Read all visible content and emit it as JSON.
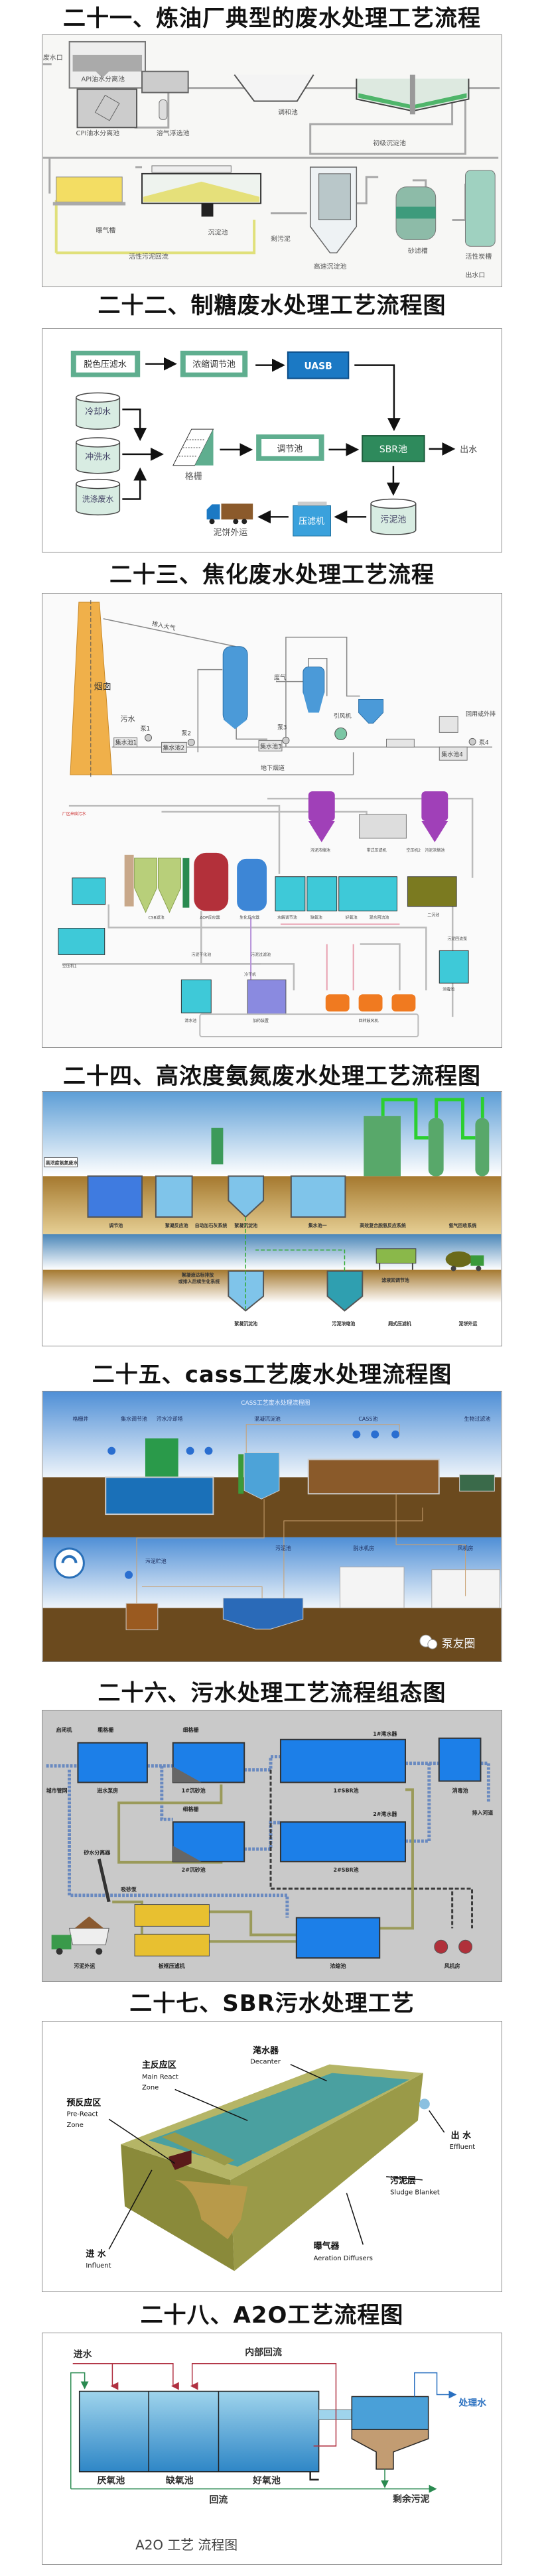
{
  "colors": {
    "title": "#111111",
    "pipe": "#9a9a9a",
    "teal": "#5fae8f",
    "uasb": "#1b79c4",
    "sbr": "#2e8a5c",
    "ground": "#a5792f",
    "sky": "#5d9ed6",
    "tank_blue": "#1b7fd9",
    "sludge": "#c29c72"
  },
  "s1": {
    "title": "二十一、炼油厂典型的废水处理工艺流程",
    "labels": {
      "inlet": "废水口",
      "api": "API油水分离池",
      "cpi": "CPI油水分离池",
      "daf": "溶气浮选池",
      "equal": "调和池",
      "primary": "初级沉淀池",
      "aeration": "曝气槽",
      "settle": "沉淀池",
      "excess": "剩污泥",
      "return": "活性污泥回流",
      "hirate": "高速沉淀池",
      "sand": "砂滤槽",
      "carbon": "活性炭槽",
      "outlet": "出水口"
    }
  },
  "s2": {
    "title": "二十二、制糖废水处理工艺流程图",
    "labels": {
      "decolor": "脱色压滤水",
      "conc": "浓缩调节池",
      "uasb": "UASB",
      "cool": "冷却水",
      "flush": "冲洗水",
      "wash": "洗涤废水",
      "screen": "格栅",
      "adjust": "调节池",
      "sbr": "SBR池",
      "out": "出水",
      "sludge": "污泥池",
      "press": "压滤机",
      "cake": "泥饼外运"
    }
  },
  "s3": {
    "title": "二十三、焦化废水处理工艺流程",
    "labels": {
      "atm": "排入大气",
      "chimney": "烟囱",
      "sewage": "污水",
      "gas": "废气",
      "flue": "地下烟道",
      "fan": "引风机",
      "pump1": "泵1",
      "pump2": "泵2",
      "pump3": "泵3",
      "pump4": "泵4",
      "pool1": "集水池1",
      "pool2": "集水池2",
      "pool3": "集水池3",
      "pool4": "集水池4",
      "reuse": "回用或外排",
      "silo1": "污泥浓缩池",
      "press": "带式压滤机",
      "air2": "空压机2",
      "silo2": "污泥浓缩池",
      "csb": "CSB滤池",
      "aop": "AOP反应器",
      "bio": "生化反应器",
      "anox": "水解调节池",
      "anaer": "缺氧池",
      "aer": "好氧池",
      "mix": "混合回流池",
      "clar": "二沉池",
      "ret": "污泥回流泵",
      "dry": "污泥干化池",
      "filt": "污泥过滤池",
      "air1": "空压机1",
      "cold": "冷干机",
      "clean": "清水池",
      "disinf": "消毒池",
      "dosing": "加药装置",
      "blow": "回转鼓风机",
      "waste_in": "厂区来废污水"
    }
  },
  "s4": {
    "title": "二十四、高浓度氨氮废水处理工艺流程图",
    "labels": {
      "feed": "高浓度氨氮废水",
      "adjust": "调节池",
      "floc": "絮凝反应池",
      "lime": "自动加石灰系统",
      "sed": "絮凝沉淀池",
      "pool": "集水池一",
      "deamm": "高效复合脱氨反应系统",
      "recover": "氨气回收系统",
      "discharge1": "絮凝液达标排放",
      "discharge2": "或排入后续生化系统",
      "sed2": "絮凝沉淀池",
      "thick": "污泥浓缩池",
      "back": "滤液回调节池",
      "press": "厢式压滤机",
      "cake": "泥饼外运"
    }
  },
  "s5": {
    "title": "二十五、cass工艺废水处理流程图",
    "labels": {
      "inner_title": "CASS工艺废水处理流程图",
      "grid": "格栅井",
      "collect": "集水调节池",
      "cool": "污水冷却塔",
      "coag": "混凝沉淀池",
      "cass": "CASS池",
      "biof": "生物过滤池",
      "sludge": "污泥池",
      "dewater": "脱水机房",
      "blower": "风机房",
      "store": "污泥贮池",
      "watermark": "泵友圈"
    }
  },
  "s6": {
    "title": "二十六、污水处理工艺流程组态图",
    "labels": {
      "hoist": "启闭机",
      "coarse": "粗格栅",
      "city": "城市管网",
      "pumphouse": "进水泵房",
      "fine1": "细格栅",
      "grit1": "1#沉砂池",
      "dec1": "1#滗水器",
      "sbr1": "1#SBR池",
      "disinf": "消毒池",
      "river": "排入河道",
      "fine2": "细格栅",
      "dec2": "2#滗水器",
      "grit2": "2#沉砂池",
      "sbr2": "2#SBR池",
      "sep": "砂水分离器",
      "sandpump": "吸砂泵",
      "truck": "污泥外运",
      "press": "板框压滤机",
      "thick": "浓缩池",
      "blower": "风机房"
    }
  },
  "s7": {
    "title": "二十七、SBR污水处理工艺",
    "labels": {
      "dec_cn": "滗水器",
      "dec_en": "Decanter",
      "main_cn": "主反应区",
      "main_en1": "Main React",
      "main_en2": "Zone",
      "pre_cn": "预反应区",
      "pre_en1": "Pre-React",
      "pre_en2": "Zone",
      "eff_cn": "出 水",
      "eff_en": "Effluent",
      "sl_cn": "污泥层",
      "sl_en": "Sludge Blanket",
      "aer_cn": "曝气器",
      "aer_en": "Aeration Diffusers",
      "inf_cn": "进 水",
      "inf_en": "Influent"
    }
  },
  "s8": {
    "title": "二十八、A2O工艺流程图",
    "labels": {
      "in": "进水",
      "internal": "内部回流",
      "treated": "处理水",
      "anaerobic": "厌氧池",
      "anoxic": "缺氧池",
      "aerobic": "好氧池",
      "ret": "回流",
      "excess": "剩余污泥",
      "caption": "A2O 工艺 流程图"
    }
  }
}
